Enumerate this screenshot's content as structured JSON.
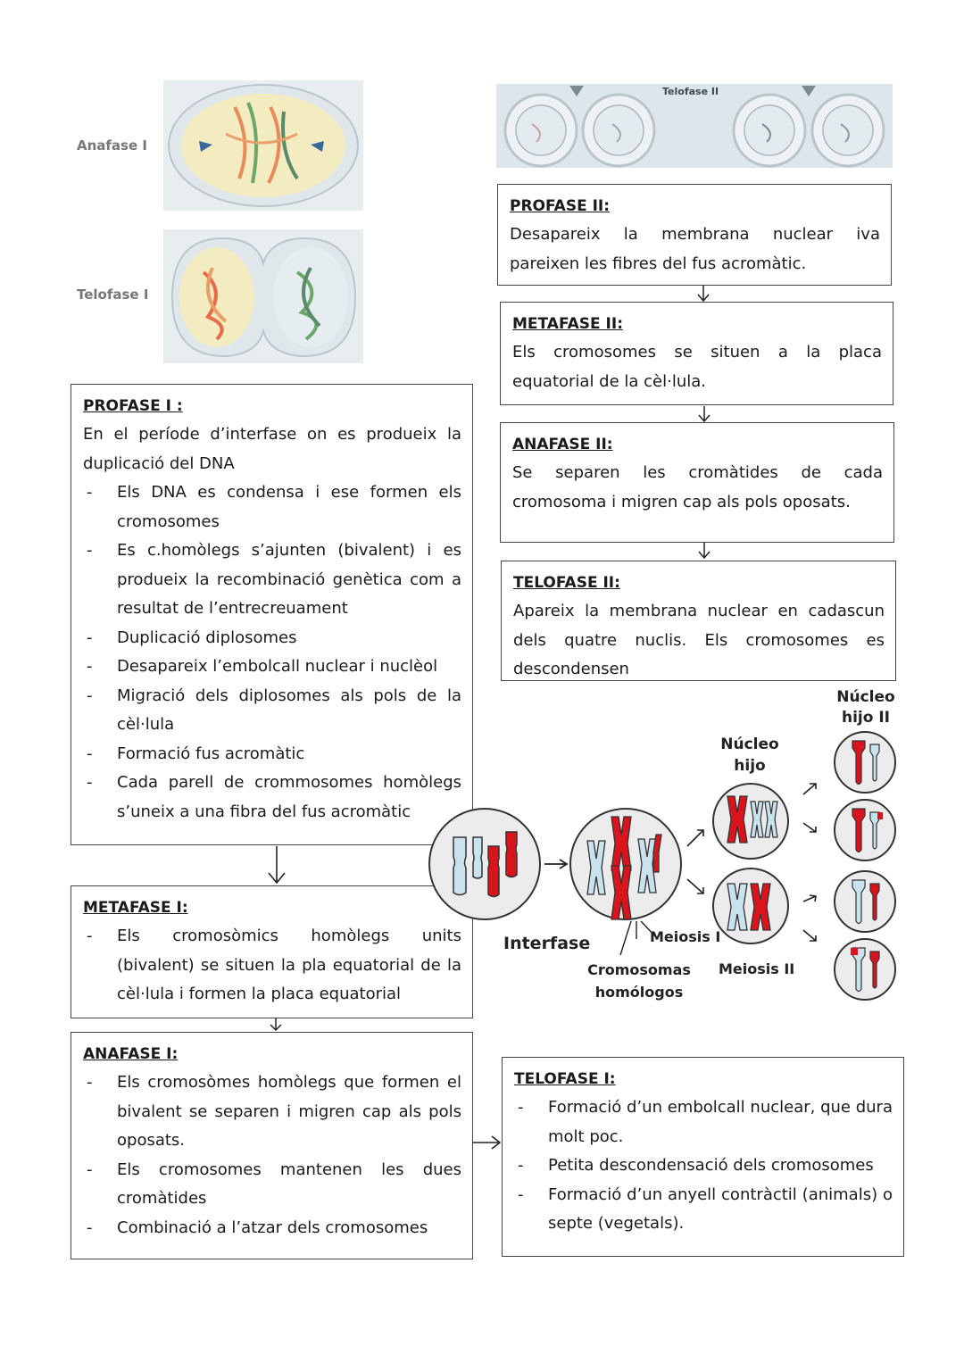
{
  "figures": {
    "anafase_i_label": "Anafase I",
    "telofase_i_label": "Telofase I",
    "telofase_ii_label": "Telofase II"
  },
  "boxes": {
    "profase_ii": {
      "title": "PROFASE II:",
      "text": "Desapareix la membrana nuclear iva pareixen les fibres del fus acromàtic."
    },
    "metafase_ii": {
      "title": "METAFASE II:",
      "text": "Els cromosomes se situen a la placa equatorial de la cèl·lula."
    },
    "anafase_ii": {
      "title": "ANAFASE II:",
      "text": "Se separen les cromàtides de cada cromosoma i migren cap als pols oposats."
    },
    "telofase_ii": {
      "title": "TELOFASE II:",
      "text": "Apareix la membrana nuclear en cadascun dels quatre nuclis. Els cromosomes es descondensen"
    },
    "profase_i": {
      "title": "PROFASE I :",
      "intro": "En el període d’interfase on es produeix la duplicació del DNA",
      "items": [
        "Els DNA es condensa i ese formen els cromosomes",
        "Es c.homòlegs s’ajunten (bivalent) i es produeix la recombinació genètica com a resultat de l’entrecreuament",
        "Duplicació diplosomes",
        "Desapareix l’embolcall nuclear i nuclèol",
        "Migració dels diplosomes als pols de la cèl·lula",
        "Formació fus acromàtic",
        "Cada parell de crommosomes homòlegs s’uneix a una fibra del fus acromàtic"
      ]
    },
    "metafase_i": {
      "title": "METAFASE I:",
      "items": [
        "Els cromosòmics homòlegs units (bivalent) se situen la pla equatorial de la cèl·lula i formen la placa equatorial"
      ]
    },
    "anafase_i": {
      "title": "ANAFASE I:",
      "items": [
        "Els cromosòmes homòlegs que formen el bivalent se separen i migren cap als pols oposats.",
        "Els cromosomes mantenen les dues cromàtides",
        "Combinació a l’atzar dels cromosomes"
      ]
    },
    "telofase_i": {
      "title": "TELOFASE I:",
      "items": [
        "Formació d’un embolcall nuclear, que dura molt poc.",
        "Petita descondensació dels cromosomes",
        "Formació d’un anyell contràctil (animals) o septe (vegetals)."
      ]
    }
  },
  "diagram": {
    "nucleo_hijo_ii": "Núcleo hijo II",
    "nucleo_hijo": "Núcleo hijo",
    "interfase": "Interfase",
    "meiosis_i": "Meiosis I",
    "meiosis_ii": "Meiosis II",
    "cromosomas_homologos": "Cromosomas homólogos",
    "colors": {
      "red": "#d9141c",
      "blue": "#c8e2ee",
      "cell": "#ececec"
    }
  }
}
